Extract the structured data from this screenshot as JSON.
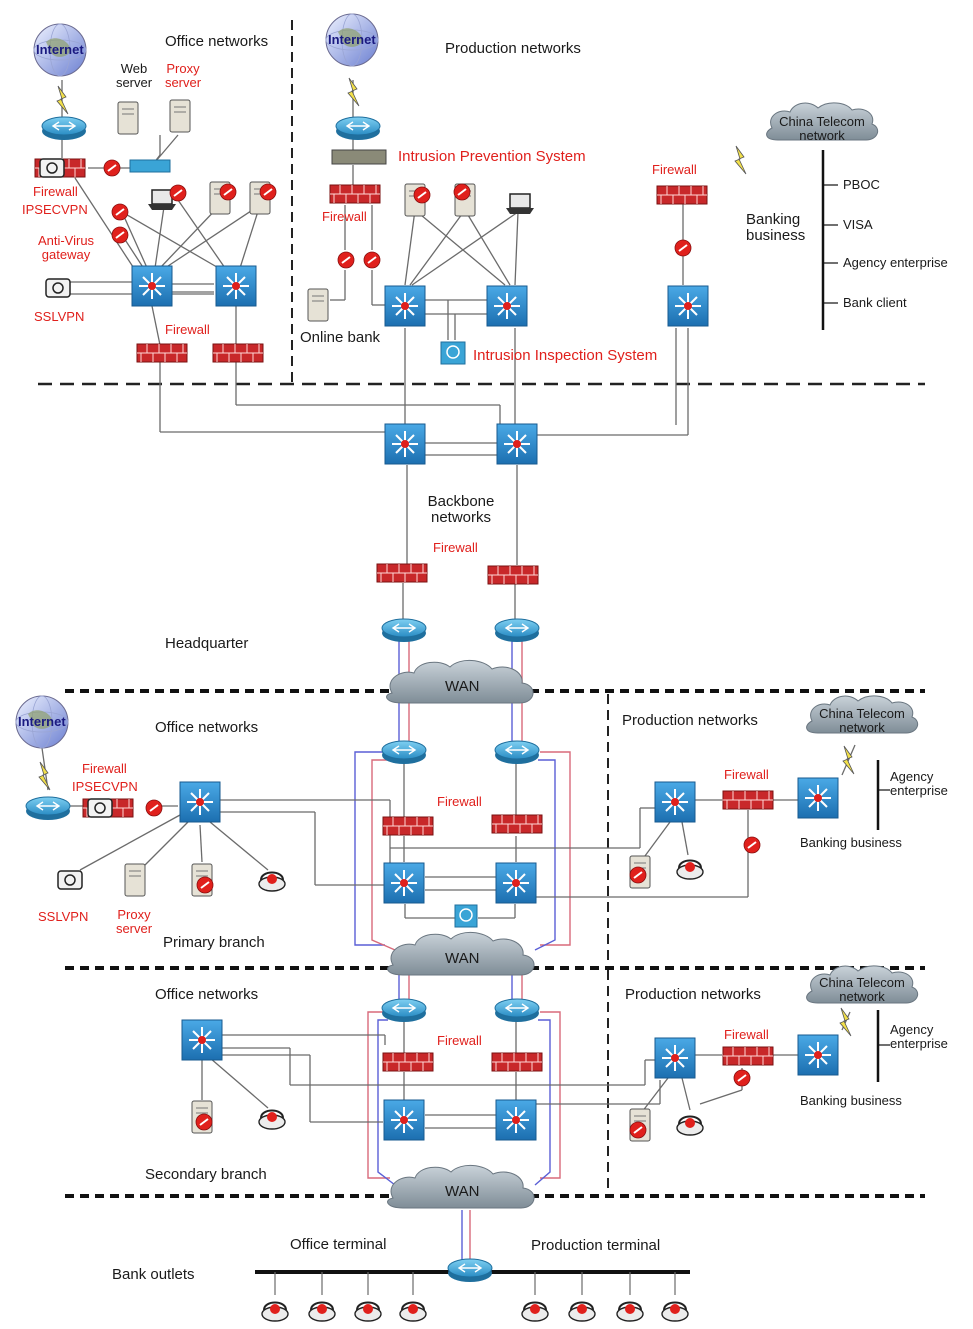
{
  "colors": {
    "red": "#e0201c",
    "switch": "#2f8fd0",
    "firewall": "#c8282a",
    "router": "#3aa4d6",
    "cloud": "#9aa7b0",
    "link_gray": "#6b6b6b",
    "link_blue": "#5a5fd6",
    "link_pink": "#d86a7a"
  },
  "hq": {
    "office": {
      "title": "Office networks",
      "internet": "Internet",
      "web_server": "Web server",
      "proxy_server": "Proxy server",
      "firewall_ipsecvpn_1": "Firewall",
      "firewall_ipsecvpn_2": "IPSECVPN",
      "antivirus": "Anti-Virus gateway",
      "sslvpn": "SSLVPN",
      "firewall": "Firewall"
    },
    "production": {
      "title": "Production networks",
      "internet": "Internet",
      "ips": "Intrusion Prevention System",
      "firewall": "Firewall",
      "online_bank": "Online bank",
      "ids": "Intrusion Inspection System"
    },
    "banking": {
      "china_telecom": "China Telecom network",
      "firewall": "Firewall",
      "title": "Banking business",
      "items": [
        "PBOC",
        "VISA",
        "Agency enterprise",
        "Bank client"
      ]
    },
    "backbone": "Backbone networks",
    "backbone_firewall": "Firewall",
    "headquarter": "Headquarter",
    "wan": "WAN"
  },
  "primary": {
    "office_title": "Office networks",
    "internet": "Internet",
    "firewall_ipsecvpn_1": "Firewall",
    "firewall_ipsecvpn_2": "IPSECVPN",
    "sslvpn": "SSLVPN",
    "proxy_server": "Proxy server",
    "label": "Primary branch",
    "firewall": "Firewall",
    "production_title": "Production networks",
    "production_firewall": "Firewall",
    "china_telecom": "China Telecom network",
    "agency": "Agency enterprise",
    "banking": "Banking business",
    "wan": "WAN"
  },
  "secondary": {
    "office_title": "Office networks",
    "firewall": "Firewall",
    "production_title": "Production networks",
    "production_firewall": "Firewall",
    "china_telecom": "China Telecom network",
    "agency": "Agency enterprise",
    "banking": "Banking business",
    "label": "Secondary branch",
    "wan": "WAN"
  },
  "outlets": {
    "label": "Bank outlets",
    "office_terminal": "Office terminal",
    "production_terminal": "Production terminal"
  }
}
